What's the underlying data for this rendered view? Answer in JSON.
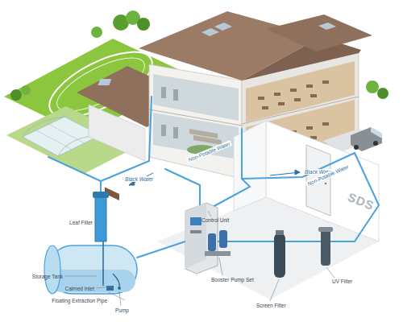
{
  "diagram": {
    "labels": [
      "Black Water",
      "Non-Potable Water",
      "Black Water",
      "Non-Potable Water",
      "Leaf Filter",
      "Control Unit",
      "Storage Tank",
      "Calmed Inlet",
      "Floating Extraction Pipe",
      "Pump",
      "Booster Pump Set",
      "Screen Filter",
      "UV Filter",
      "SDS"
    ]
  }
}
